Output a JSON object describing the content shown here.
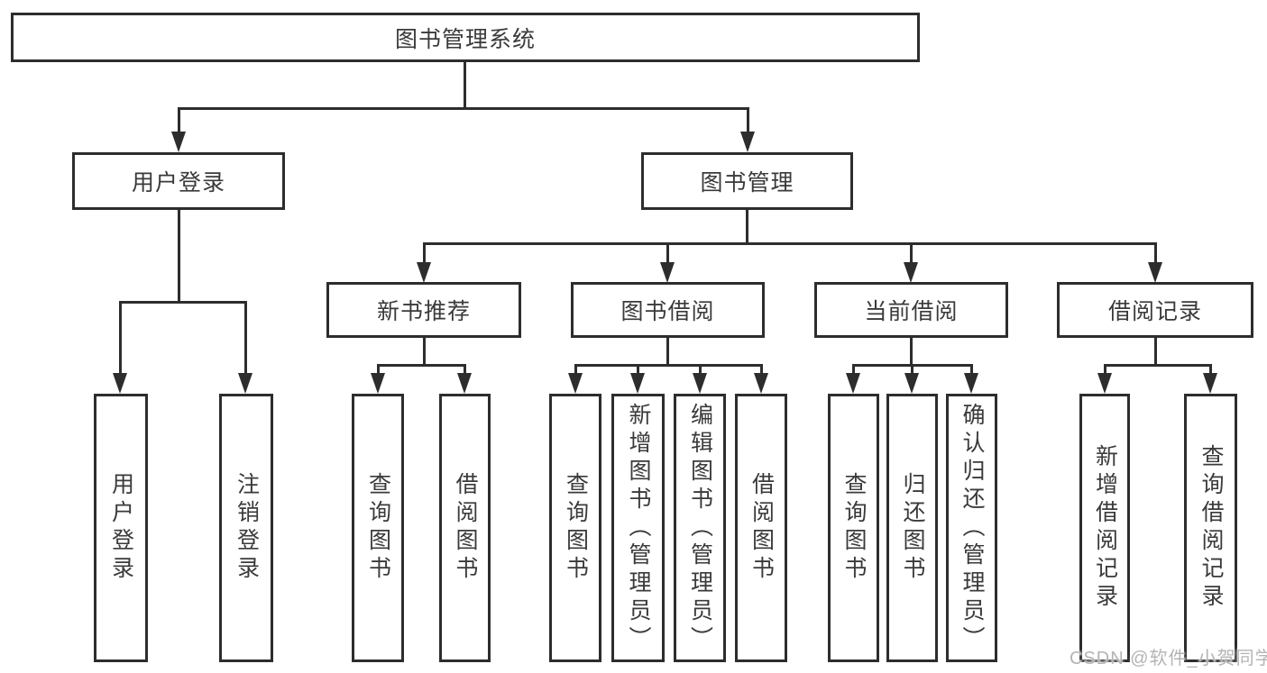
{
  "title": {
    "label": "图书管理系统"
  },
  "nodes": {
    "user_login": {
      "label": "用户登录"
    },
    "book_mgmt": {
      "label": "图书管理"
    },
    "new_rec": {
      "label": "新书推荐"
    },
    "book_borrow": {
      "label": "图书借阅"
    },
    "cur_borrow": {
      "label": "当前借阅"
    },
    "records": {
      "label": "借阅记录"
    }
  },
  "leaves": {
    "login": {
      "label": "用户登录"
    },
    "logout": {
      "label": "注销登录"
    },
    "rec_query": {
      "label": "查询图书"
    },
    "rec_borrow": {
      "label": "借阅图书"
    },
    "bb_query": {
      "label": "查询图书"
    },
    "bb_add": {
      "label": "新增图书（管理员）"
    },
    "bb_edit": {
      "label": "编辑图书（管理员）"
    },
    "bb_borrow": {
      "label": "借阅图书"
    },
    "cb_query": {
      "label": "查询图书"
    },
    "cb_return": {
      "label": "归还图书"
    },
    "cb_confirm": {
      "label": "确认归还（管理员）"
    },
    "rc_add": {
      "label": "新增借阅记录"
    },
    "rc_query": {
      "label": "查询借阅记录"
    }
  },
  "watermark": {
    "text": "CSDN @软件_小贺同学"
  },
  "colors": {
    "line": "#2d2d2d",
    "text": "#3a3a3a",
    "watermark": "#b4b4b4",
    "background": "#ffffff"
  }
}
